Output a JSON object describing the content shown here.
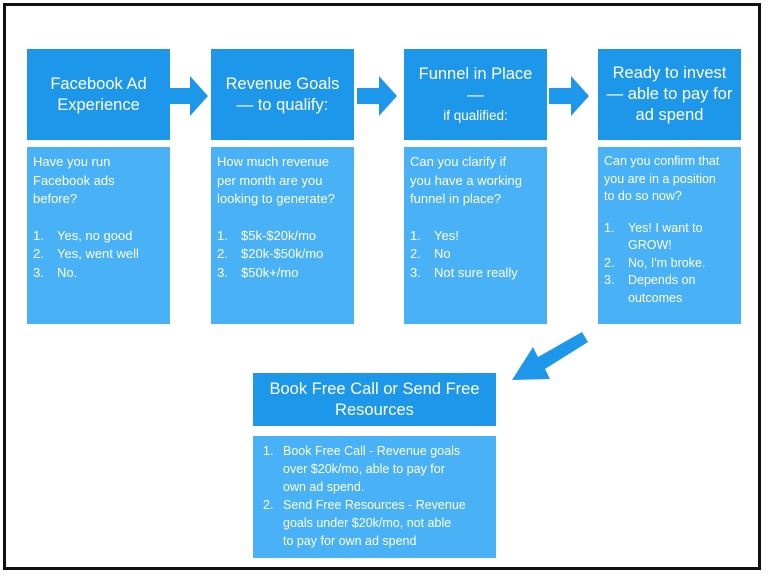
{
  "columns": [
    {
      "title_lines": [
        "Facebook Ad",
        "Experience"
      ],
      "question": "Have you run\nFacebook ads\nbefore?",
      "options": [
        "Yes, no good",
        "Yes, went well",
        "No."
      ]
    },
    {
      "title_lines": [
        "Revenue Goals",
        "— to qualify:"
      ],
      "question": "How much revenue\nper month are you\nlooking to generate?",
      "options": [
        "$5k-$20k/mo",
        "$20k-$50k/mo",
        "$50k+/mo"
      ]
    },
    {
      "title_lines": [
        "Funnel in Place —",
        "if qualified:"
      ],
      "question": "Can you clarify if\nyou have a working\nfunnel in place?",
      "options": [
        "Yes!",
        "No",
        "Not sure really"
      ]
    },
    {
      "title_lines": [
        "Ready to invest",
        "— able to pay for",
        "ad spend"
      ],
      "question": "Can you confirm that\nyou are in a position\nto do so now?",
      "options": [
        "Yes! I want to\nGROW!",
        "No, I'm broke.",
        "Depends on\noutcomes"
      ]
    }
  ],
  "result": {
    "title_lines": [
      "Book Free Call or Send Free",
      "Resources"
    ],
    "items": [
      "Book Free Call - Revenue goals\nover $20k/mo, able to pay for\nown ad spend.",
      "Send Free Resources - Revenue\ngoals under $20k/mo, not able\nto pay for own ad spend"
    ]
  },
  "numbers": [
    "1.",
    "2.",
    "3."
  ],
  "colors": {
    "header": "#1d97e9",
    "body": "#49b1f6",
    "arrow": "#1d97e9",
    "border": "#111111"
  }
}
